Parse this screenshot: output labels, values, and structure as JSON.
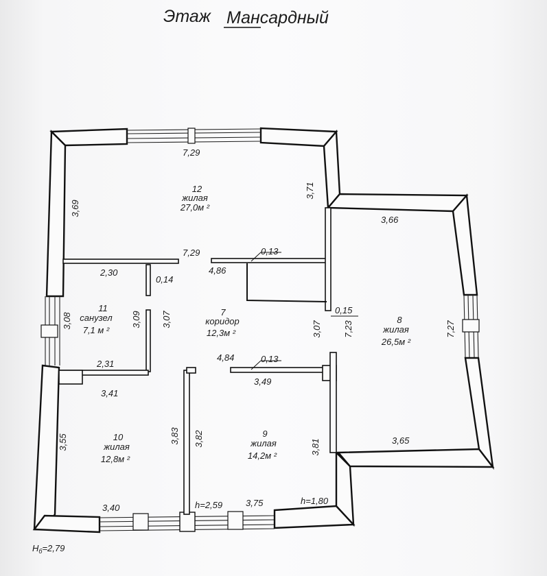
{
  "title": {
    "prefix": "Этаж",
    "floor_name": "Мансардный"
  },
  "rooms": [
    {
      "number": "12",
      "type": "жилая",
      "area": "27,0м ²"
    },
    {
      "number": "11",
      "type": "санузел",
      "area": "7,1 м ²"
    },
    {
      "number": "7",
      "type": "коридор",
      "area": "12,3м ²"
    },
    {
      "number": "8",
      "type": "жилая",
      "area": "26,5м ²"
    },
    {
      "number": "10",
      "type": "жилая",
      "area": "12,8м ²"
    },
    {
      "number": "9",
      "type": "жилая",
      "area": "14,2м ²"
    }
  ],
  "dimensions": {
    "top_width": "7,29",
    "room12_left": "3,69",
    "room12_right": "3,71",
    "room8_top": "3,66",
    "mid_wall": "7,29",
    "wall_a": "0,13",
    "d230": "2,30",
    "d014": "0,14",
    "d486": "4,86",
    "d015": "0,15",
    "d308": "3,08",
    "d309": "3,09",
    "d307a": "3,07",
    "d307b": "3,07",
    "d723": "7,23",
    "d727": "7,27",
    "d231": "2,31",
    "d484": "4,84",
    "wall_b": "0,13",
    "d349": "3,49",
    "d341": "3,41",
    "d355": "3,55",
    "d383": "3,83",
    "d382": "3,82",
    "d381": "3,81",
    "d365": "3,65",
    "d340": "3,40",
    "h_a": "h=2,59",
    "d375": "3,75",
    "h_b": "h=1,80",
    "hb": "Н",
    "hb_sub": "б",
    "hb_val": "=2,79"
  }
}
